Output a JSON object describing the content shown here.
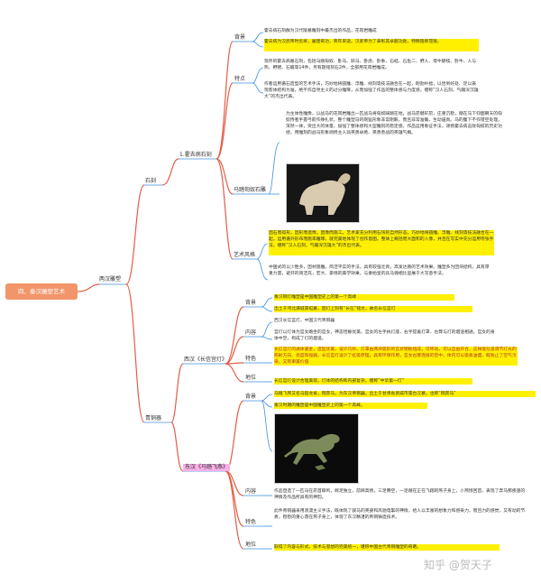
{
  "root": "四、秦汉雕塑艺术",
  "l1": "两汉雕塑",
  "l2": {
    "stone": "石刻",
    "bronze": "青铜器"
  },
  "l3": {
    "huo": "1.霍去病石刻",
    "xidong": "西汉《长信宫灯》",
    "dongma": "东汉《马踏飞燕》"
  },
  "huo_branches": {
    "bg": "背景",
    "feature": "特点",
    "mata": "马踏匈奴石雕",
    "art": "艺术风格"
  },
  "huo_texts": {
    "bg1": "霍去病石刻群为汉代陵墓雕刻中最杰出的作品，花岗岩雕成",
    "bg2": "霍去病为汉武帝时名将，屡建奇功，英年早逝。汉武帝为了表彰其卓越功勋，特赐陪葬茂陵。",
    "f1": "现存的霍去病墓石刻，包括马踏匈奴、卧马、跃马、卧虎、卧象、石蛙、石鱼二、野人、母牛舔犊、卧牛、人与熊、野猪、石蟾等14件，另有题铭刻石2件，全部用花岗岩雕成。",
    "f2": "作者运用循石造型的艺术手法，巧妙地将圆雕、浮雕、线刻等技法融合在一起，刚劲朴拙，以恰到好处、足以表现客体结构为准，绝不作自然主义的过分雕琢，从而加强了作品的整体感与力度感。堪称“汉人石刻，气魄深沉雄大”的杰出代表。",
    "m1": "为主体性雕像，以战马的花岗岩雕出一匹战马将匈奴踩踏在地，战马昂健轩昂，庄重沉稳，踏在马下仰面朝天的匈奴侍者手握弓箭作挣扎状，整个雕塑马的刚猛形象非常刚毅，而且非常准确，生动逼真。马的腹下不作镂空处理，浑然一体，突出大的体量，加强了整体感和大型雕刻的稳定感。作品运用象征手法，颂扬霍去病击败匈奴的历史功绩，用雕刻的战马形象颂扬主人翁英勇卓绝、英勇善战的英雄气概。",
    "a1": "因石而得形，因形而造像，因像而施工。艺术家充分利用石块的自然形态，巧妙地将圆雕、浮雕、线刻等技法融合在一起，运用循外形布而施率雕琢，就完美地体现了创作意图。整体上概括而大面积的入像，并且在写实中充分运用夸张手法，堪称“汉人石刻，气魄深沉雄大”的杰出代表。",
    "a2": "中国式的以少胜多，因材施雕，简洁平实的手法，具有较强壮真，高发达质的艺术效果。雕塑多为团块结构，具有厚重力量，避开的简洁充，宏大、豪情的美学效果，与秦始皇的兵马俑相比呈展于大写意手法。"
  },
  "xidong_branches": {
    "bg": "背景",
    "content": "内容",
    "feature": "特色",
    "pos": "地位"
  },
  "xidong_texts": {
    "b1": "秦汉铜灯雕塑是中国雕塑史上的第一个高峰",
    "b2": "出土于河北满城窦绾墓，因灯上刻有“长信”铭文，故名长信宫灯",
    "c1": "西汉长信宫灯，中国汉代青铜器",
    "c2": "宫灯以灯体为宫女跪坐的宫女，神态恬静优美。宫女的左手执灯座，右手提着灯罩，右臂与灯的烟道相通，宫女的身体中空，构成了灯的烟道。",
    "f1": "长信宫灯的通体鎏金，造型优美，设计巧妙。灯罩由两块弧形的瓦状铜板组成，可移动，可以自由开合，这样能任意调节灯光的照射方向、亮度和强弱。长信宫灯设计了虹吸原理，具有环保作用，宫女右臂连接的空中，体内可以吸收油烟，既防止了空气污染，又有审美价值",
    "p1": "长信宫灯设计合理美观，灯体的结构和内部复杂，堪称“中华第一灯”"
  },
  "dongma_branches": {
    "bg": "背景",
    "content": "内容",
    "feature": "特色",
    "pos": "地位"
  },
  "dongma_texts": {
    "b1": "马踏飞燕又名马超龙雀，铜奔马，为东汉青铜器，出土于甘肃省武威市雷台汉墓，也称“铜奔马”",
    "b2": "秦汉时期的雕塑是中国雕塑史上的第一个高峰。",
    "c1": "作品塑造了一匹马在昂首嘶鸣，蹄足独立，前蹄高扬，三足腾空，一足踏在正在飞翔的燕子身上，小燕惊回首，表现了奔马那疾速的神情及作品所具有的神韵。",
    "f1": "此件青铜器采用浪漫主义手法，既体现了骏马的英姿和风驰电掣的神情，给人以丰富的想象力和感染力，而且力的感觉，又有动的节奏，稳稳的重心落在燕子身上，体现了东汉精湛的青铜铸造技术。",
    "p1": "取得了内容与形式、技术与思想的完美统一，堪称中国古代青铜雕塑的奇葩。"
  },
  "watermark": "知乎 @贺天子",
  "colors": {
    "root": "#f2956b",
    "branch": "#e35d45",
    "underline": "#3b8fe0",
    "highlight": "#fff000",
    "pink": "#f7b0e8"
  }
}
